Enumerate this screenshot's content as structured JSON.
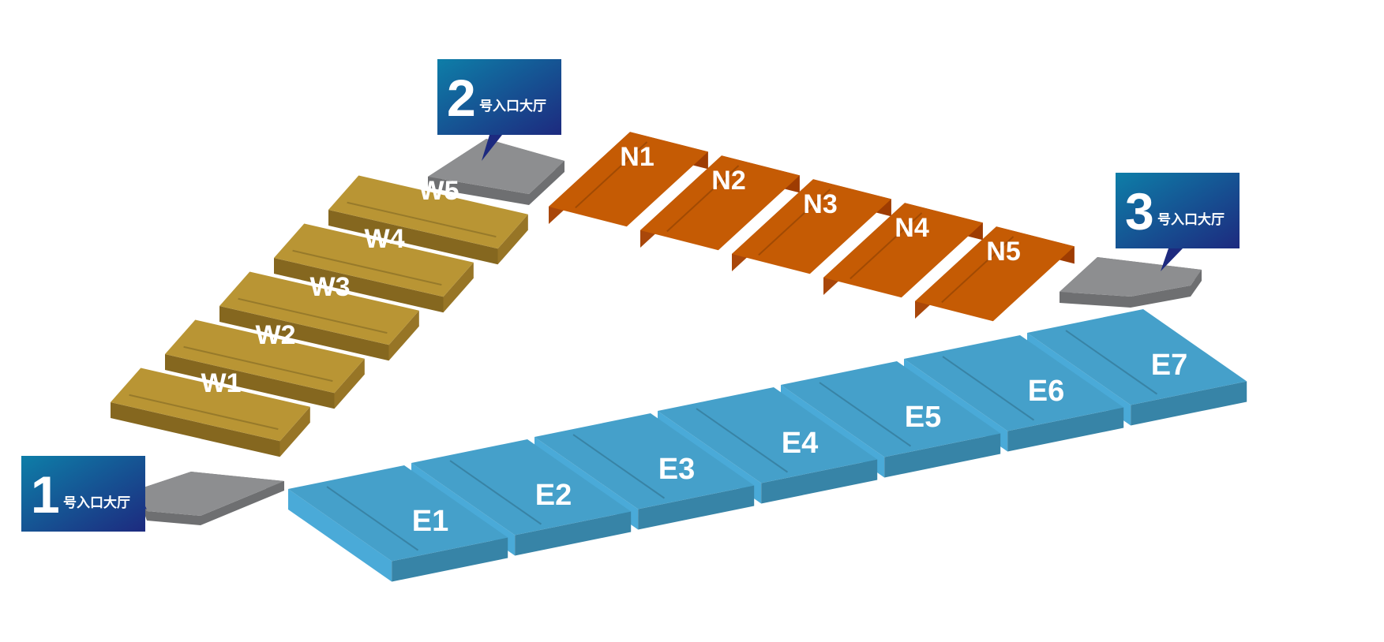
{
  "colors": {
    "west_top": "#B99534",
    "west_side": "#977526",
    "west_front": "#85671f",
    "north_top": "#C55B04",
    "north_side": "#9E3C02",
    "north_front": "#A9470a",
    "east_top": "#45A0CA",
    "east_side": "#3784A7",
    "east_front": "#4AAAD8",
    "lobby_top": "#8D8E90",
    "lobby_side": "#6E6F71",
    "badge_start": "#0E7EA8",
    "badge_end": "#1D2A7F"
  },
  "halls": {
    "west": [
      {
        "id": "w1",
        "label": "W1"
      },
      {
        "id": "w2",
        "label": "W2"
      },
      {
        "id": "w3",
        "label": "W3"
      },
      {
        "id": "w4",
        "label": "W4"
      },
      {
        "id": "w5",
        "label": "W5"
      }
    ],
    "north": [
      {
        "id": "n1",
        "label": "N1"
      },
      {
        "id": "n2",
        "label": "N2"
      },
      {
        "id": "n3",
        "label": "N3"
      },
      {
        "id": "n4",
        "label": "N4"
      },
      {
        "id": "n5",
        "label": "N5"
      }
    ],
    "east": [
      {
        "id": "e1",
        "label": "E1"
      },
      {
        "id": "e2",
        "label": "E2"
      },
      {
        "id": "e3",
        "label": "E3"
      },
      {
        "id": "e4",
        "label": "E4"
      },
      {
        "id": "e5",
        "label": "E5"
      },
      {
        "id": "e6",
        "label": "E6"
      },
      {
        "id": "e7",
        "label": "E7"
      }
    ]
  },
  "entrances": [
    {
      "id": "entrance-1",
      "number": "1",
      "text": "号入口大厅"
    },
    {
      "id": "entrance-2",
      "number": "2",
      "text": "号入口大厅"
    },
    {
      "id": "entrance-3",
      "number": "3",
      "text": "号入口大厅"
    }
  ]
}
